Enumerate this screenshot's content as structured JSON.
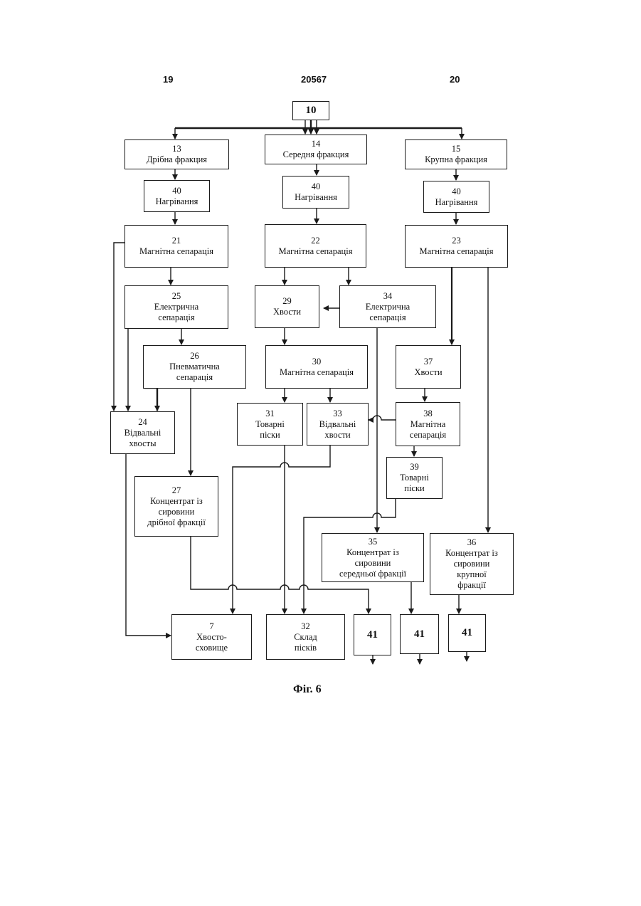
{
  "header": {
    "left": "19",
    "center": "20567",
    "right": "20"
  },
  "caption": "Фіг. 6",
  "nodes": {
    "n10": "10",
    "n13": "13\nДрібна фракция",
    "n14": "14\nСередня фракция",
    "n15": "15\nКрупна фракция",
    "n40a": "40\nНагрівання",
    "n40b": "40\nНагрівання",
    "n40c": "40\nНагрівання",
    "n21": "21\nМагнітна сепарація",
    "n22": "22\nМагнітна сепарація",
    "n23": "23\nМагнітна сепарація",
    "n25": "25\nЕлектрична\nсепарація",
    "n29": "29\nХвости",
    "n34": "34\nЕлектрична\nсепарація",
    "n26": "26\nПневматична\nсепарація",
    "n30": "30\nМагнітна сепарація",
    "n37": "37\nХвости",
    "n24": "24\nВідвальні\nхвосты",
    "n31": "31\nТоварні\nпіски",
    "n33": "33\nВідвальні\nхвости",
    "n38": "38\nМагнітна\nсепарація",
    "n27": "27\nКонцентрат із\nсировини\nдрібної фракції",
    "n39": "39\nТоварні\nпіски",
    "n35": "35\nКонцентрат із\nсировини\nсередньої фракції",
    "n36": "36\nКонцентрат із\nсировини\nкрупної\nфракції",
    "n7": "7\nХвосто-\nсховище",
    "n32": "32\nСклад\nпісків",
    "n41a": "41",
    "n41b": "41",
    "n41c": "41"
  }
}
